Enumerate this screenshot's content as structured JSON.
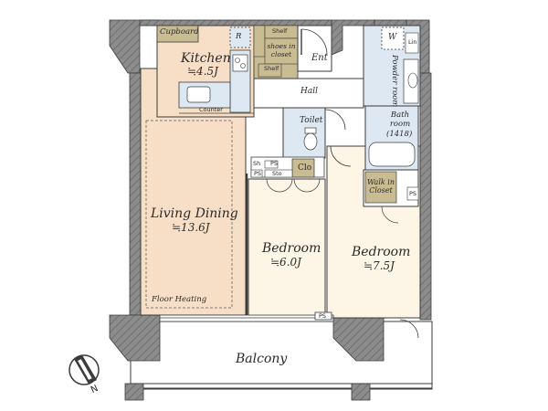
{
  "colors": {
    "wall": "#8a8a8a",
    "wall_dark": "#7a7a7a",
    "living_floor": "#f6dfc6",
    "wet_area": "#dde8f3",
    "storage": "#c9bc92",
    "room_floor": "#fdf6e6",
    "outline": "#3b3b3b"
  },
  "rooms": {
    "kitchen": "Kitchen",
    "kitchen_area": "≒4.5J",
    "living": "Living Dining",
    "living_area": "≒13.6J",
    "floor_heating": "Floor Heating",
    "bedroom1": "Bedroom",
    "bedroom1_area": "≒6.0J",
    "bedroom2": "Bedroom",
    "bedroom2_area": "≒7.5J",
    "hall": "Hall",
    "toilet": "Toilet",
    "bathroom": "Bath room",
    "bathroom_size": "(1418)",
    "powder_room": "Powder room",
    "walk_in_closet": "Walk in Closet",
    "entrance": "Ent",
    "balcony": "Balcony"
  },
  "fixtures": {
    "cupboard": "Cupboard",
    "refrigerator": "R",
    "shelf": "Shelf",
    "shoes_closet": "shoes in closet",
    "shelf2": "Shelf",
    "counter": "Counter",
    "washer": "W",
    "linen": "Lin",
    "closet": "Clo",
    "pipe_space": "PS",
    "storage": "Sto",
    "shelf_small": "Sh"
  },
  "compass": {
    "north": "N"
  }
}
